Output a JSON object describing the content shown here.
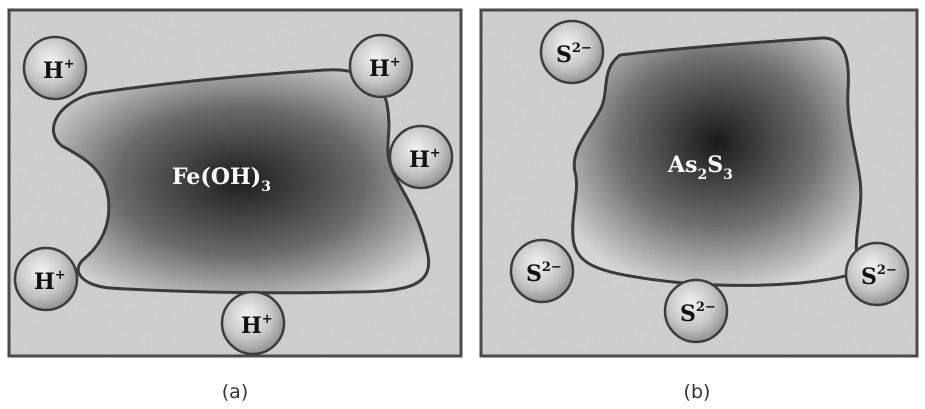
{
  "panels": [
    {
      "caption": "(a)",
      "center_main": "Fe(OH)",
      "center_sub": "3",
      "ions": [
        {
          "base": "H",
          "charge": "+"
        },
        {
          "base": "H",
          "charge": "+"
        },
        {
          "base": "H",
          "charge": "+"
        },
        {
          "base": "H",
          "charge": "+"
        },
        {
          "base": "H",
          "charge": "+"
        }
      ]
    },
    {
      "caption": "(b)",
      "center_as": "As",
      "center_sub1": "2",
      "center_s": "S",
      "center_sub2": "3",
      "ions": [
        {
          "base": "S",
          "charge": "2−"
        },
        {
          "base": "S",
          "charge": "2−"
        },
        {
          "base": "S",
          "charge": "2−"
        },
        {
          "base": "S",
          "charge": "2−"
        }
      ]
    }
  ],
  "colors": {
    "frame_stroke": "#4a4a4a",
    "background_texture": "#c9c9c9",
    "colloid_center": "#1e1e1e",
    "colloid_edge": "#d2d2d2",
    "ion_fill": "#b8b8b8"
  }
}
